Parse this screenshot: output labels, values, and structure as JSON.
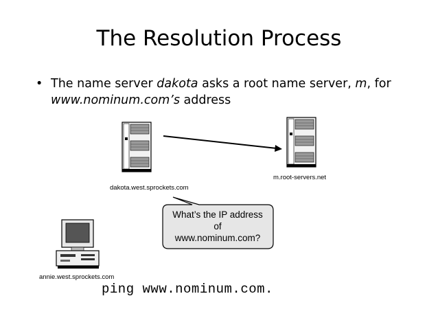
{
  "slide": {
    "title": "The Resolution Process",
    "bullet_line1_pre": "The name server ",
    "bullet_line1_em1": "dakota",
    "bullet_line1_mid": " asks a root name server, ",
    "bullet_line1_em2": "m",
    "bullet_line1_post": ", for",
    "bullet_line2_em": "www.nominum.com’s",
    "bullet_line2_post": " address"
  },
  "diagram": {
    "dakota_label": "dakota.west.sprockets.com",
    "root_label": "m.root-servers.net",
    "annie_label": "annie.west.sprockets.com",
    "bubble_line1": "What’s the IP address",
    "bubble_line2": "of",
    "bubble_line3": "www.nominum.com?",
    "command": "ping www.nominum.com.",
    "bubble_fill": "#e6e6e6",
    "icons": [
      "server-icon",
      "server-icon",
      "workstation-icon"
    ]
  }
}
